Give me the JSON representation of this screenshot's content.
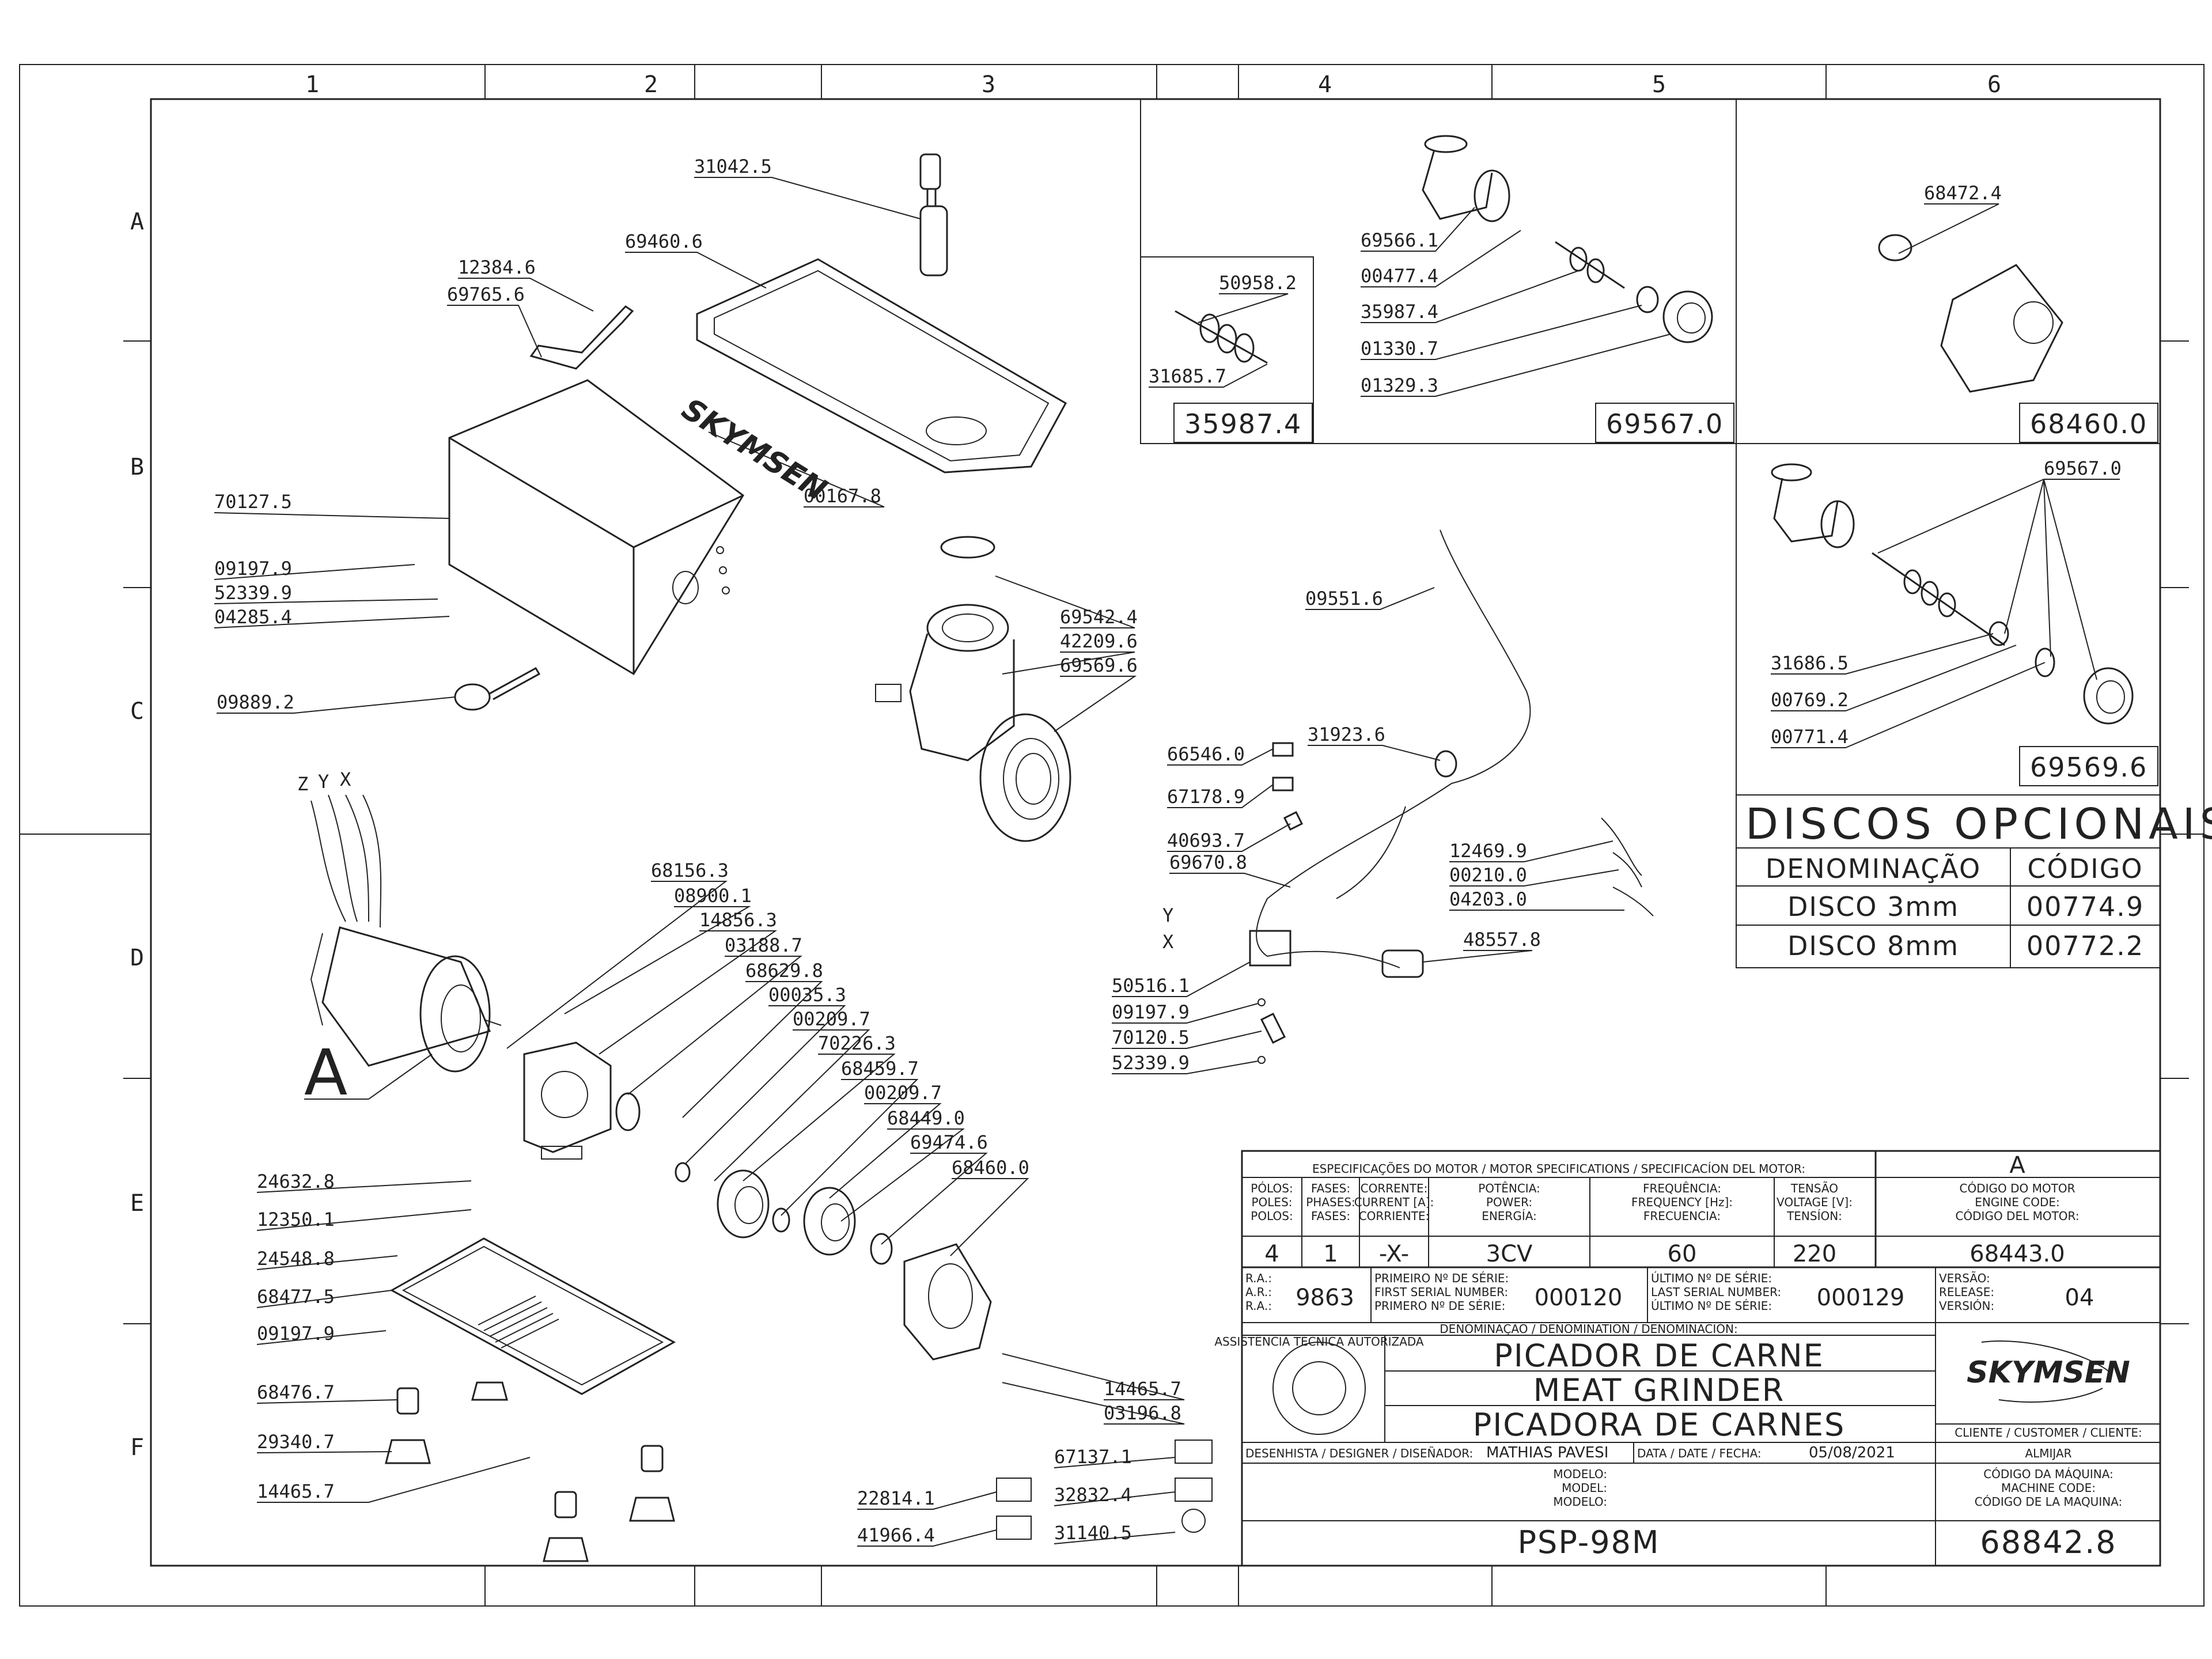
{
  "grid": {
    "columns": [
      "1",
      "2",
      "3",
      "4",
      "5",
      "6"
    ],
    "rows": [
      "A",
      "B",
      "C",
      "D",
      "E",
      "F"
    ]
  },
  "callouts": {
    "c31042_5": "31042.5",
    "c69460_6": "69460.6",
    "c12384_6": "12384.6",
    "c69765_6": "69765.6",
    "c70127_5": "70127.5",
    "c00167_8": "00167.8",
    "c09197_9a": "09197.9",
    "c52339_9a": "52339.9",
    "c04285_4": "04285.4",
    "c09889_2": "09889.2",
    "c69542_4": "69542.4",
    "c42209_6": "42209.6",
    "c69569_6a": "69569.6",
    "c68156_3": "68156.3",
    "c08900_1": "08900.1",
    "c14856_3": "14856.3",
    "c03188_7": "03188.7",
    "c68629_8": "68629.8",
    "c00035_3": "00035.3",
    "c00209_7a": "00209.7",
    "c70226_3": "70226.3",
    "c68459_7": "68459.7",
    "c00209_7b": "00209.7",
    "c68449_0": "68449.0",
    "c69474_6": "69474.6",
    "c68460_0a": "68460.0",
    "c24632_8": "24632.8",
    "c12350_1": "12350.1",
    "c24548_8": "24548.8",
    "c68477_5": "68477.5",
    "c09197_9b": "09197.9",
    "c68476_7": "68476.7",
    "c29340_7": "29340.7",
    "c14465_7a": "14465.7",
    "c14465_7b": "14465.7",
    "c03196_8": "03196.8",
    "c67137_1": "67137.1",
    "c22814_1": "22814.1",
    "c32832_4": "32832.4",
    "c41966_4": "41966.4",
    "c31140_5": "31140.5",
    "c50958_2": "50958.2",
    "c31685_7": "31685.7",
    "c69566_1": "69566.1",
    "c00477_4": "00477.4",
    "c35987_4": "35987.4",
    "c01330_7": "01330.7",
    "c01329_3": "01329.3",
    "c68472_4": "68472.4",
    "c69567_0": "69567.0",
    "c31686_5": "31686.5",
    "c00769_2": "00769.2",
    "c00771_4": "00771.4",
    "c09551_6": "09551.6",
    "c31923_6": "31923.6",
    "c66546_0": "66546.0",
    "c67178_9": "67178.9",
    "c40693_7": "40693.7",
    "c69670_8": "69670.8",
    "c12469_9": "12469.9",
    "c00210_0": "00210.0",
    "c04203_0": "04203.0",
    "c48557_8": "48557.8",
    "c50516_1": "50516.1",
    "c09197_9c": "09197.9",
    "c70120_5": "70120.5",
    "c52339_9b": "52339.9",
    "axis_z": "Z",
    "axis_y": "Y",
    "axis_x": "X",
    "wire_y": "Y",
    "wire_x": "X",
    "detail_a": "A"
  },
  "assembly_boxes": {
    "box1": "35987.4",
    "box2": "69567.0",
    "box3": "68460.0",
    "box4": "69569.6"
  },
  "discos": {
    "title": "DISCOS OPCIONAIS",
    "col_name": "DENOMINAÇÃO",
    "col_code": "CÓDIGO",
    "rows": [
      {
        "name": "DISCO 3mm",
        "code": "00774.9"
      },
      {
        "name": "DISCO 8mm",
        "code": "00772.2"
      }
    ]
  },
  "title_block": {
    "motor_spec_header": "ESPECIFICAÇÕES DO MOTOR / MOTOR SPECIFICATIONS / SPECIFICACÍON DEL MOTOR:",
    "h_poles": [
      "PÓLOS:",
      "POLES:",
      "POLOS:"
    ],
    "h_phases": [
      "FASES:",
      "PHASES:",
      "FASES:"
    ],
    "h_current": [
      "CORRENTE:",
      "CURRENT [A]:",
      "CORRIENTE:"
    ],
    "h_power": [
      "POTÊNCIA:",
      "POWER:",
      "ENERGÍA:"
    ],
    "h_freq": [
      "FREQUÊNCIA:",
      "FREQUENCY [Hz]:",
      "FRECUENCIA:"
    ],
    "h_voltage": [
      "TENSÃO",
      "VOLTAGE [V]:",
      "TENSÍON:"
    ],
    "v_poles": "4",
    "v_phases": "1",
    "v_current": "-X-",
    "v_power": "3CV",
    "v_freq": "60",
    "v_voltage": "220",
    "rev_letter": "A",
    "h_motor_code": [
      "CÓDIGO DO MOTOR",
      "ENGINE CODE:",
      "CÓDIGO DEL MOTOR:"
    ],
    "motor_code": "68443.0",
    "h_ra": [
      "R.A.:",
      "A.R.:",
      "R.A.:"
    ],
    "ra": "9863",
    "h_first": [
      "PRIMEIRO Nº DE SÉRIE:",
      "FIRST SERIAL NUMBER:",
      "PRIMERO Nº DE SÉRIE:"
    ],
    "first_serial": "000120",
    "h_last": [
      "ÚLTIMO Nº DE SÉRIE:",
      "LAST SERIAL NUMBER:",
      "ÚLTIMO Nº DE SÉRIE:"
    ],
    "last_serial": "000129",
    "h_version": [
      "VERSÃO:",
      "RELEASE:",
      "VERSIÓN:"
    ],
    "version": "04",
    "h_denomination": "DENOMINAÇÃO / DENOMINATION / DENOMINACIÓN:",
    "name_pt": "PICADOR DE CARNE",
    "name_en": "MEAT GRINDER",
    "name_es": "PICADORA DE CARNES",
    "brand": "SKYMSEN",
    "seal_text": "ASSISTÊNCIA TÉCNICA AUTORIZADA",
    "h_client": "CLIENTE / CUSTOMER / CLIENTE:",
    "client": "ALMIJAR",
    "h_designer": "DESENHISTA / DESIGNER / DISEÑADOR:",
    "designer": "MATHIAS PAVESI",
    "h_date": "DATA / DATE / FECHA:",
    "date": "05/08/2021",
    "h_model": [
      "MODELO:",
      "MODEL:",
      "MODELO:"
    ],
    "model": "PSP-98M",
    "h_machine_code": [
      "CÓDIGO DA MÁQUINA:",
      "MACHINE CODE:",
      "CÓDIGO DE LA MAQUINA:"
    ],
    "machine_code": "68842.8"
  }
}
